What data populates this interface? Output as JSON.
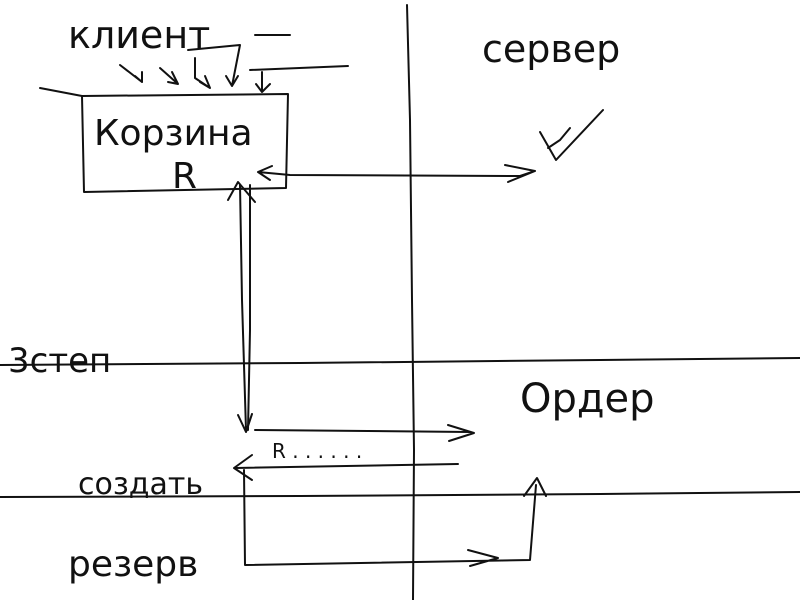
{
  "labels": {
    "client": "клиент",
    "server": "сервер",
    "basket": "Корзина",
    "basket_marker": "R",
    "step3": "3степ",
    "order": "Ордер",
    "r_line": "R . . . . . .",
    "create": "создать",
    "checkout": "резерв"
  },
  "colors": {
    "ink": "#111111",
    "paper": "#ffffff"
  }
}
